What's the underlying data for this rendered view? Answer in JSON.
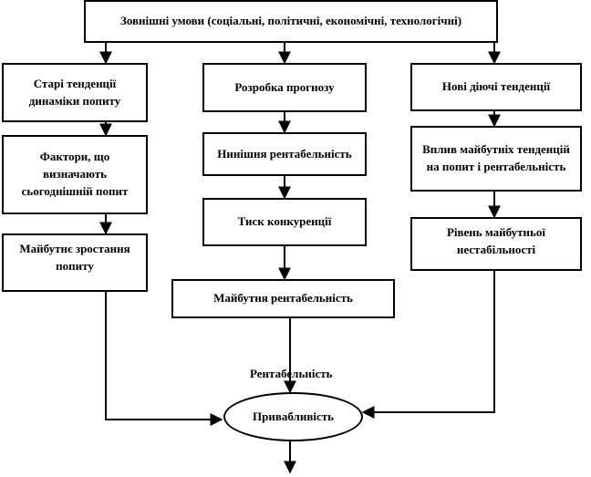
{
  "diagram": {
    "external": "Зовнішні умови (соціальні, політичні, економічні, технологічні)",
    "col1": {
      "b1": "Старі тенденції динаміки попиту",
      "b2": "Фактори, що визначають сьогоднішній попит",
      "b3": "Майбутнє зростання попиту"
    },
    "col2": {
      "b1": "Розробка прогнозу",
      "b2": "Нинішня рентабельність",
      "b3": "Тиск конкуренції",
      "b4": "Майбутня рентабельність"
    },
    "col3": {
      "b1": "Нові діючі тенденції",
      "b2": "Вплив майбутніх тенденцій на попит і рентабельність",
      "b3": "Рівень майбутньої нестабільності"
    },
    "rentability_label": "Рентабельність",
    "attractiveness": "Привабливість"
  }
}
